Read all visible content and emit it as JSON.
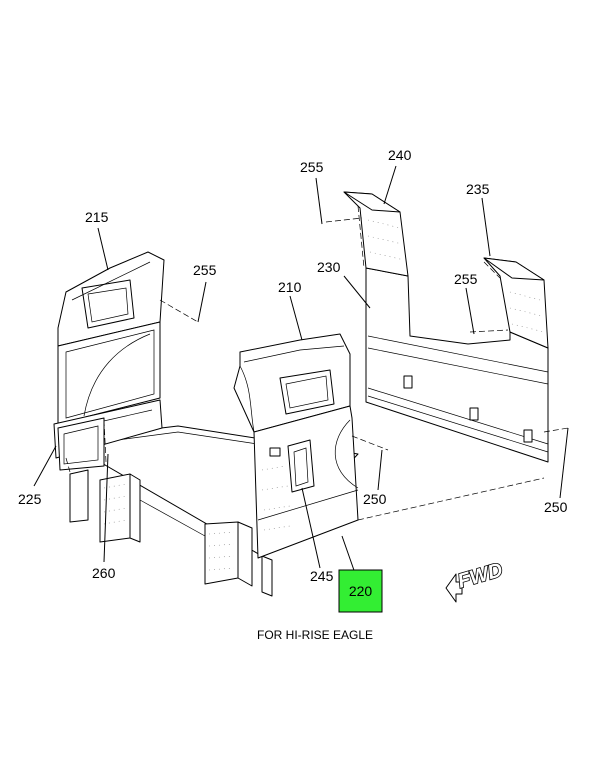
{
  "callouts": {
    "c240": "240",
    "c255_top": "255",
    "c235": "235",
    "c215": "215",
    "c255_left": "255",
    "c230": "230",
    "c255_right": "255",
    "c210": "210",
    "c225": "225",
    "c250_mid": "250",
    "c250_right": "250",
    "c260": "260",
    "c245": "245",
    "c220": "220"
  },
  "highlight_color": "#33ee33",
  "direction_label": "FWD",
  "caption": "FOR HI-RISE EAGLE"
}
